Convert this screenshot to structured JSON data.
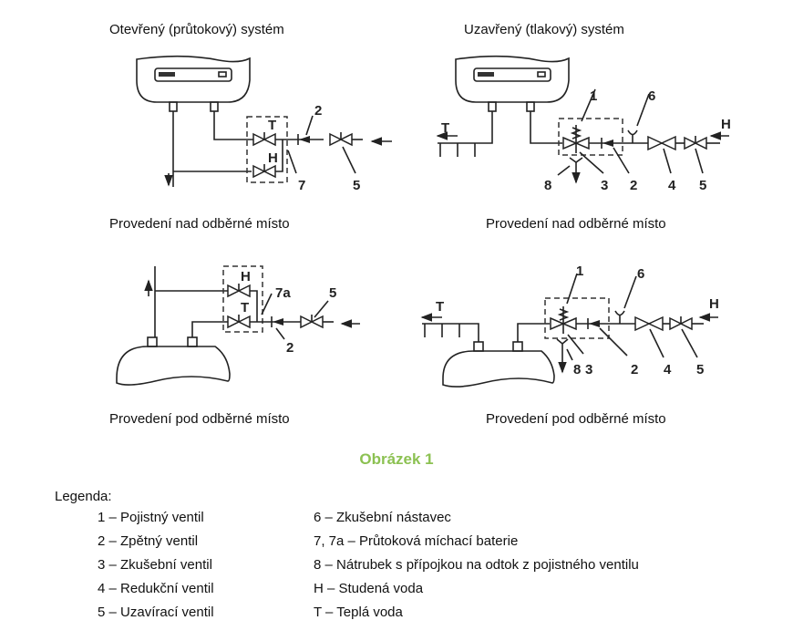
{
  "captions": {
    "open_system": "Otevřený (průtokový) systém",
    "closed_system": "Uzavřený (tlakový) systém",
    "above_left": "Provedení nad odběrné místo",
    "above_right": "Provedení nad odběrné místo",
    "below_left": "Provedení pod odběrné místo",
    "below_right": "Provedení pod odběrné místo"
  },
  "diagram_labels": {
    "d1": {
      "T": "T",
      "H": "H",
      "n2": "2",
      "n7": "7",
      "n5": "5"
    },
    "d2": {
      "T": "T",
      "H": "H",
      "n1": "1",
      "n6": "6",
      "n8": "8",
      "n3": "3",
      "n2": "2",
      "n4": "4",
      "n5": "5"
    },
    "d3": {
      "H": "H",
      "T": "T",
      "n7a": "7a",
      "n5": "5",
      "n2": "2"
    },
    "d4": {
      "T": "T",
      "H": "H",
      "n1": "1",
      "n6": "6",
      "n8": "8",
      "n3": "3",
      "n2": "2",
      "n4": "4",
      "n5": "5"
    }
  },
  "figure_title": "Obrázek 1",
  "figure_title_color": "#8cc152",
  "legend": {
    "heading": "Legenda:",
    "left": [
      "1 – Pojistný ventil",
      "2 – Zpětný ventil",
      "3 – Zkušební ventil",
      "4 – Redukční ventil",
      "5 – Uzavírací ventil"
    ],
    "right": [
      "6 – Zkušební nástavec",
      "7, 7a – Průtoková míchací baterie",
      "8 – Nátrubek s přípojkou na odtok z pojistného ventilu",
      "H – Studená voda",
      "T – Teplá voda"
    ]
  }
}
